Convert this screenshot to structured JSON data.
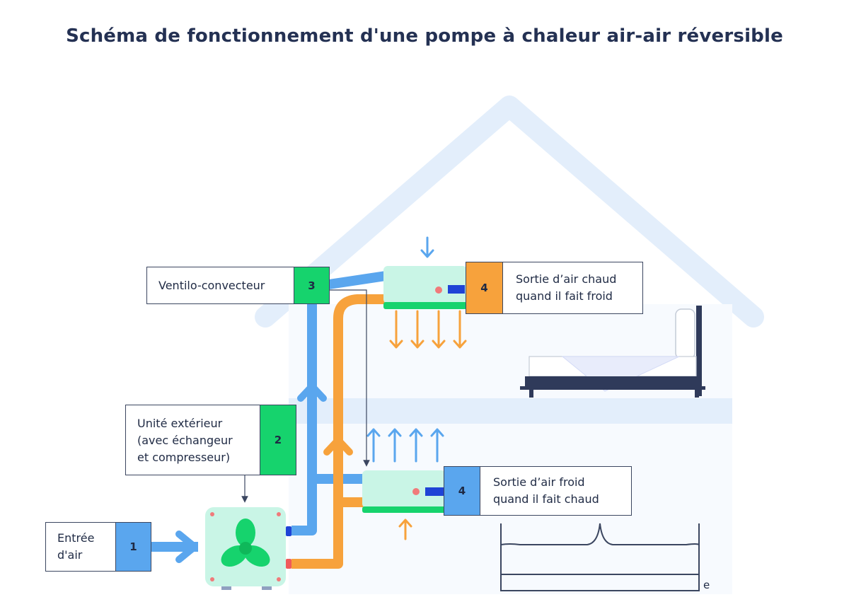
{
  "title": "Schéma de fonctionnement d'une pompe à chaleur air-air réversible",
  "labels": {
    "entree": {
      "text": "Entrée\nd'air",
      "num": "1"
    },
    "exterieur": {
      "text": "Unité extérieur\n(avec échangeur\net compresseur)",
      "num": "2"
    },
    "ventilo": {
      "text": "Ventilo-convecteur",
      "num": "3"
    },
    "chaud": {
      "text": "Sortie d’air chaud\nquand il fait froid",
      "num": "4"
    },
    "froid": {
      "text": "Sortie d’air froid\nquand il fait chaud",
      "num": "4"
    }
  },
  "edge_letter": "e",
  "colors": {
    "blue_pipe": "#5aa6ee",
    "orange_pipe": "#f7a23c",
    "green": "#16d36d",
    "house": "#e3eefb",
    "unit_body": "#c9f5e6"
  }
}
